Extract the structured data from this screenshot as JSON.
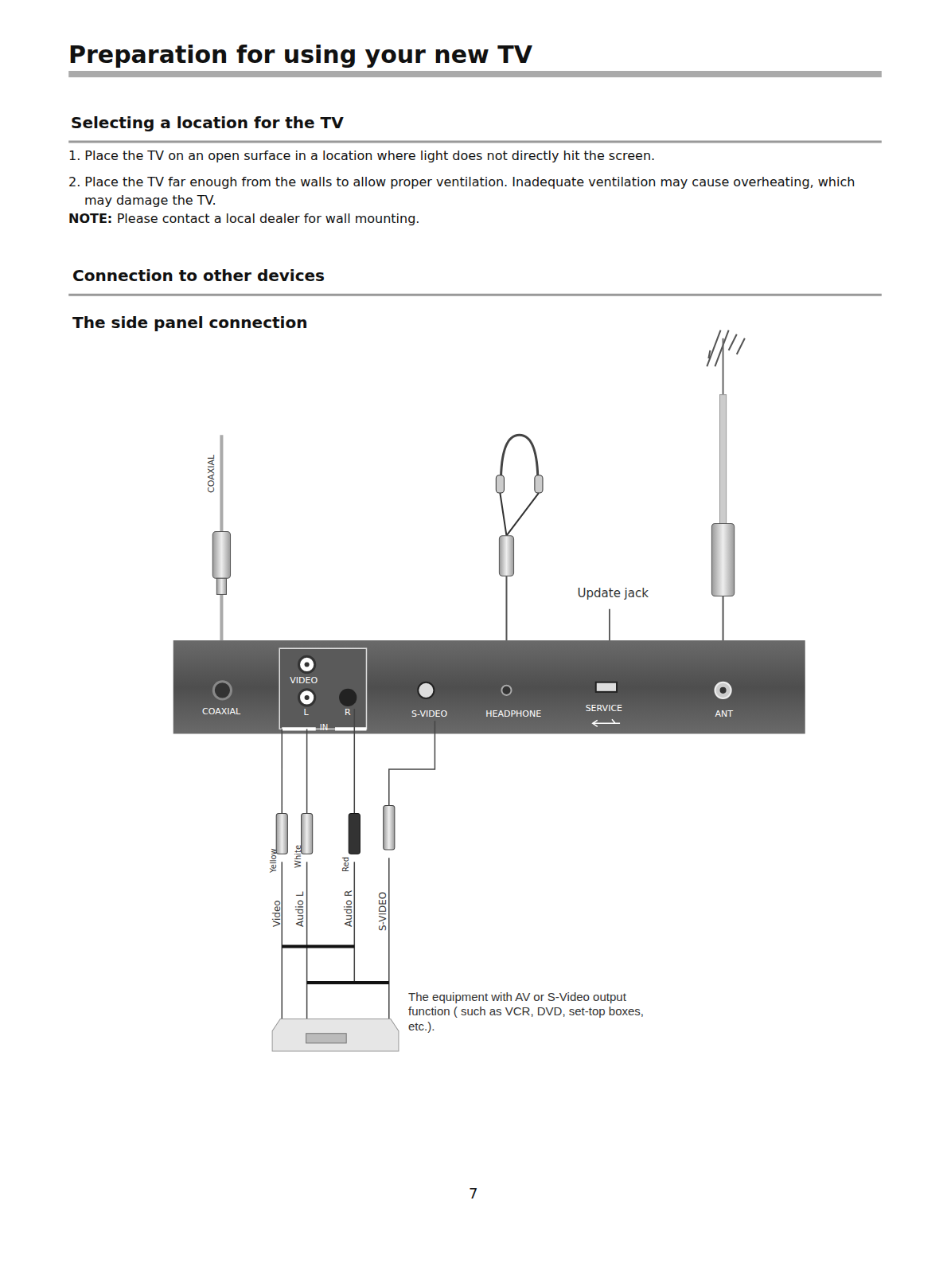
{
  "diagram": {
    "title": "Preparation for using your new TV",
    "labels": [
      "Selecting a location for the TV",
      "1. Place the TV on an open surface in a location where light does not directly hit the screen.",
      "2. Place the TV far enough from the walls to allow proper ventilation. Inadequate ventilation may cause overheating, which may damage the TV.",
      "NOTE:",
      "Please contact a local dealer for wall mounting.",
      "Connection to other devices",
      "The side panel connection",
      "COAXIAL",
      "Update jack",
      "COAXIAL",
      "VIDEO",
      "L",
      "R",
      "IN",
      "S-VIDEO",
      "HEADPHONE",
      "SERVICE",
      "ANT",
      "Yellow",
      "White",
      "Red",
      "Video",
      "Audio L",
      "Audio R",
      "S-VIDEO",
      "The equipment with AV or S-Video output function ( such as VCR, DVD, set-top boxes, etc.).",
      "7"
    ]
  }
}
